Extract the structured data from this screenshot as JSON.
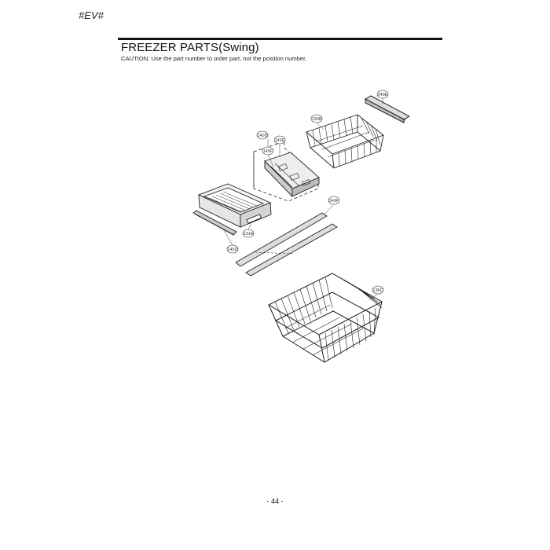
{
  "header": {
    "model_code": "#EV#",
    "title": "FREEZER PARTS(Swing)",
    "caution": "CAUTION: Use the part number to order part, not the position number."
  },
  "callouts": [
    {
      "id": "249E"
    },
    {
      "id": "136B"
    },
    {
      "id": "140D"
    },
    {
      "id": "146E"
    },
    {
      "id": "145F"
    },
    {
      "id": "249F"
    },
    {
      "id": "131A"
    },
    {
      "id": "145D"
    },
    {
      "id": "136C"
    }
  ],
  "footer": {
    "page_number": "- 44 -"
  }
}
